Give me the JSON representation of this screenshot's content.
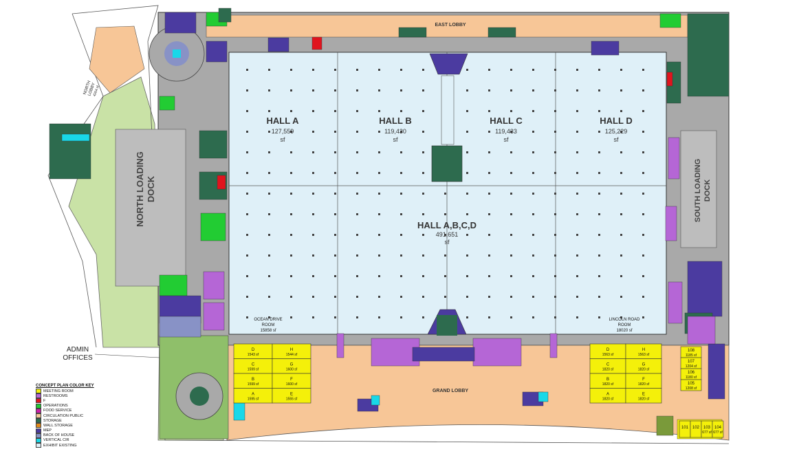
{
  "colors": {
    "hall": "#dff0f8",
    "lobby": "#f7c697",
    "circulation": "#a9a9a9",
    "boh": "#8892c6",
    "mep": "#4b3ba0",
    "restroom": "#b566d6",
    "operations": "#22cc33",
    "storage": "#2d6b4e",
    "meeting": "#f4f00a",
    "vertical": "#19d8e8",
    "red": "#e0141e",
    "outdoor": "#c9e2a6",
    "wall": "#555555"
  },
  "halls": [
    {
      "name": "HALL A",
      "sf_value": "127,559",
      "unit": "sf"
    },
    {
      "name": "HALL B",
      "sf_value": "119,430",
      "unit": "sf"
    },
    {
      "name": "HALL C",
      "sf_value": "119,433",
      "unit": "sf"
    },
    {
      "name": "HALL D",
      "sf_value": "125,229",
      "unit": "sf"
    }
  ],
  "combined_hall": {
    "name": "HALL A,B,C,D",
    "sf_value": "491,651",
    "unit": "sf"
  },
  "areas": {
    "north_loading_dock": [
      "NORTH LOADING",
      "DOCK"
    ],
    "south_loading_dock": [
      "SOUTH LOADING",
      "DOCK"
    ],
    "east_lobby": "EAST LOBBY",
    "grand_lobby": "GRAND LOBBY",
    "north_lobby": [
      "NORTH",
      "LOBBY"
    ],
    "north_lobby_sf": "4264 sf",
    "admin_offices": [
      "ADMIN",
      "OFFICES"
    ]
  },
  "rooms": {
    "ocean_drive": [
      "OCEAN DRIVE",
      "ROOM",
      "15858 sf"
    ],
    "lincoln_road": [
      "LINCOLN ROAD",
      "ROOM",
      "18020 sf"
    ]
  },
  "meeting_left": [
    {
      "id": "D",
      "sf": "1543 sf"
    },
    {
      "id": "H",
      "sf": "1544 sf"
    },
    {
      "id": "C",
      "sf": "1599 sf"
    },
    {
      "id": "G",
      "sf": "1600 sf"
    },
    {
      "id": "B",
      "sf": "1599 sf"
    },
    {
      "id": "F",
      "sf": "1600 sf"
    },
    {
      "id": "A",
      "sf": "1595 sf"
    },
    {
      "id": "E",
      "sf": "1555 sf"
    }
  ],
  "meeting_right": [
    {
      "id": "D",
      "sf": "1563 sf"
    },
    {
      "id": "H",
      "sf": "1563 sf"
    },
    {
      "id": "C",
      "sf": "1820 sf"
    },
    {
      "id": "G",
      "sf": "1820 sf"
    },
    {
      "id": "B",
      "sf": "1820 sf"
    },
    {
      "id": "F",
      "sf": "1820 sf"
    },
    {
      "id": "A",
      "sf": "1820 sf"
    },
    {
      "id": "E",
      "sf": "1820 sf"
    }
  ],
  "meeting_east": [
    {
      "id": "108",
      "sf": "1185 sf"
    },
    {
      "id": "107",
      "sf": "1204 sf"
    },
    {
      "id": "106",
      "sf": "1180 sf"
    },
    {
      "id": "105",
      "sf": "1208 sf"
    }
  ],
  "meeting_bottom": [
    {
      "id": "101",
      "sf": ""
    },
    {
      "id": "102",
      "sf": ""
    },
    {
      "id": "103",
      "sf": "677 sf"
    },
    {
      "id": "104",
      "sf": "677 sf"
    }
  ],
  "legend": {
    "title": "CONCEPT PLAN COLOR KEY",
    "items": [
      {
        "label": "MEETING ROOM",
        "color": "#f4f00a"
      },
      {
        "label": "RESTROOMS",
        "color": "#b566d6"
      },
      {
        "label": "F",
        "color": "#e0141e"
      },
      {
        "label": "OPERATIONS",
        "color": "#22cc33"
      },
      {
        "label": "FOOD SERVICE",
        "color": "#cc22aa"
      },
      {
        "label": "CIRCULATION PUBLIC",
        "color": "#f7c697"
      },
      {
        "label": "STORAGE",
        "color": "#2d6b4e"
      },
      {
        "label": "WALL STORAGE",
        "color": "#e08a1a"
      },
      {
        "label": "MEP",
        "color": "#4b3ba0"
      },
      {
        "label": "BACK OF HOUSE",
        "color": "#8892c6"
      },
      {
        "label": "VERTICAL CIR",
        "color": "#19d8e8"
      },
      {
        "label": "EXHIBIT EXISTING",
        "color": "#dff0f8"
      }
    ]
  }
}
